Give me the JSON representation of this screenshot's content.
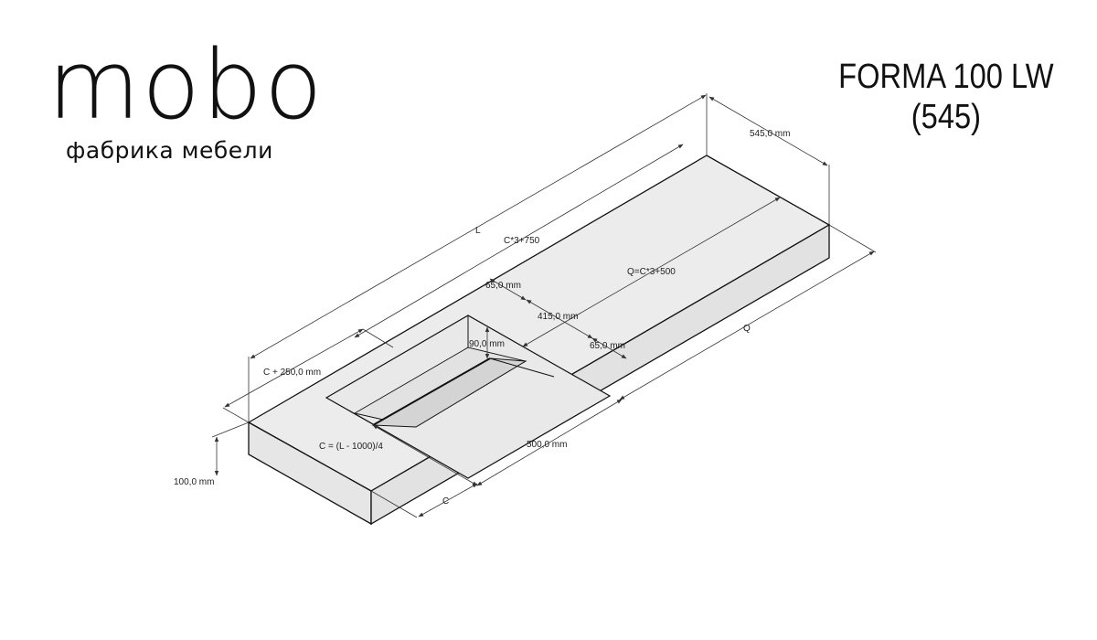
{
  "logo": {
    "wordmark": "mobo",
    "subtitle": "фабрика мебели"
  },
  "title": {
    "line1": "FORMA 100 LW",
    "line2": "(545)"
  },
  "dimensions": {
    "depth": "545,0 mm",
    "length": "L",
    "c3_750": "C*3+750",
    "q_formula": "Q=C*3+500",
    "q": "Q",
    "rim_back": "65,0 mm",
    "basin_depth": "415,0 mm",
    "rim_front": "65,0 mm",
    "slope_depth": "90,0 mm",
    "c_250": "C + 250,0 mm",
    "c_formula": "C = (L - 1000)/4",
    "basin_length": "500,0 mm",
    "c": "C",
    "thickness": "100,0 mm"
  },
  "colors": {
    "top_face": "#ececec",
    "side_face": "#e4e4e4",
    "basin_floor": "#d6d6d6",
    "slope": "#dedede",
    "edge": "#111111",
    "dim_line": "#333333"
  }
}
